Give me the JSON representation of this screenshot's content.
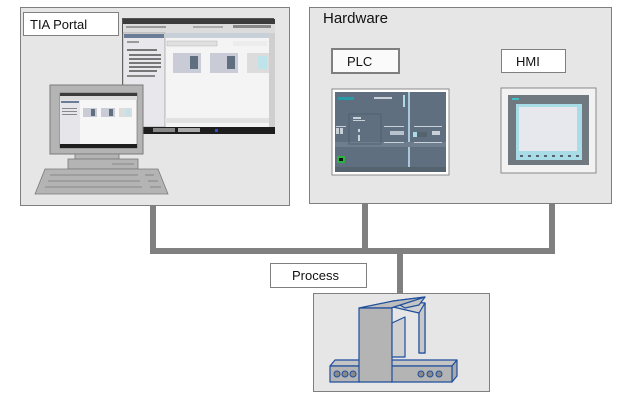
{
  "diagram": {
    "title": "TIA Portal system overview",
    "nodes": {
      "tia_portal": {
        "label": "TIA Portal",
        "icon": "engineering-pc-icon"
      },
      "hardware": {
        "label": "Hardware",
        "plc": {
          "label": "PLC",
          "icon": "plc-controller-icon"
        },
        "hmi": {
          "label": "HMI",
          "icon": "hmi-touch-panel-icon"
        }
      },
      "process": {
        "label": "Process",
        "icon": "conveyor-machine-icon"
      }
    },
    "connections": [
      {
        "from": "TIA Portal",
        "to": "bus"
      },
      {
        "from": "PLC",
        "to": "bus"
      },
      {
        "from": "HMI",
        "to": "bus"
      },
      {
        "from": "bus",
        "to": "Process"
      }
    ],
    "colors": {
      "panel_fill": "#e6e6e6",
      "panel_border": "#7f7f7f",
      "bus_line": "#808080",
      "machine_outline": "#1f4e9c",
      "machine_fill": "#b4b4b4",
      "plc_body": "#5f6f7f",
      "hmi_screen": "#a8dce6"
    }
  }
}
